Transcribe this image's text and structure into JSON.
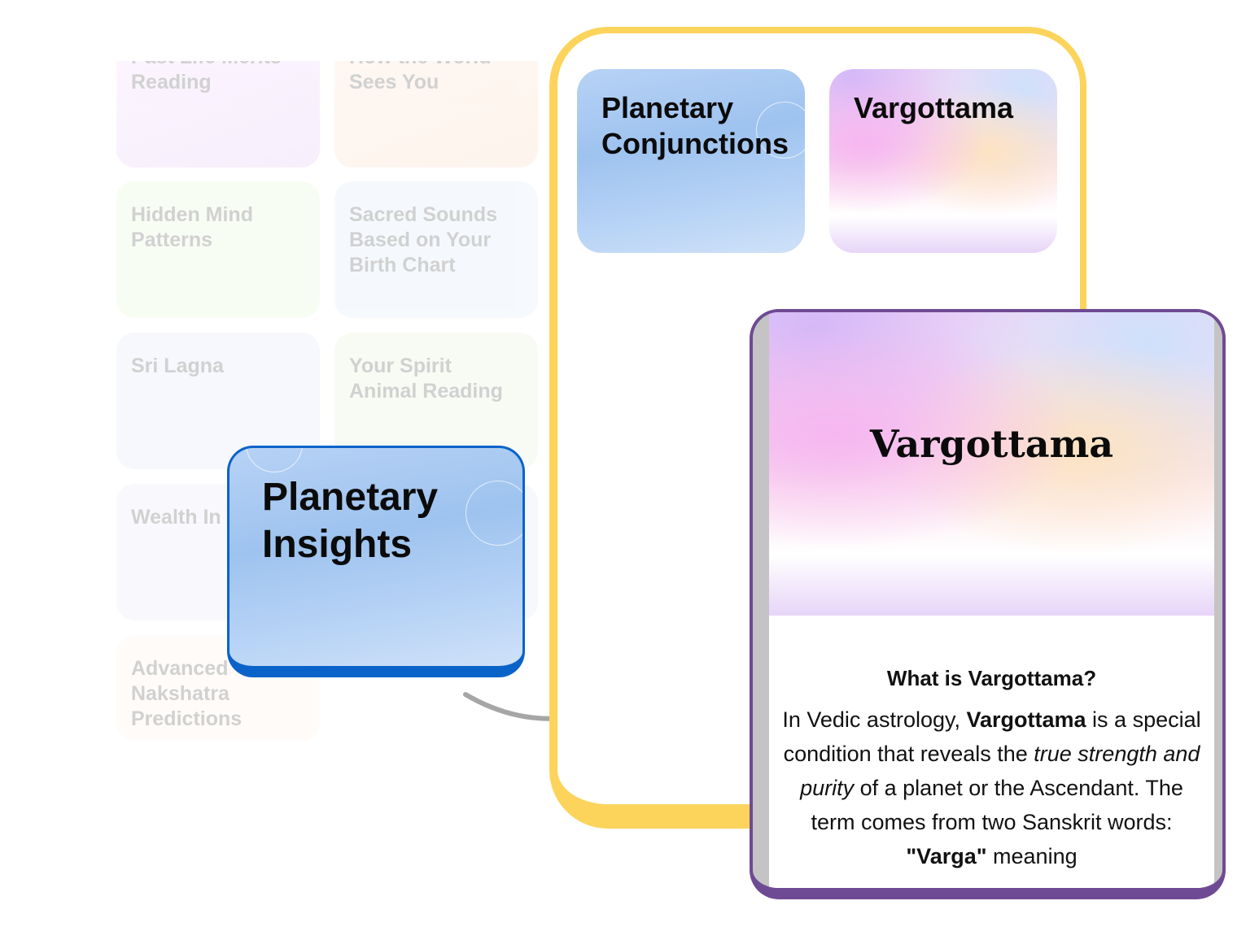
{
  "background_cards": [
    {
      "title": "Past Life Merits Reading"
    },
    {
      "title": "How the World Sees You"
    },
    {
      "title": "Hidden Mind Patterns"
    },
    {
      "title": "Sacred Sounds Based on Your Birth Chart"
    },
    {
      "title": "Sri Lagna"
    },
    {
      "title": "Your Spirit Animal Reading"
    },
    {
      "title": "Wealth In"
    },
    {
      "title": ""
    },
    {
      "title": "Advanced Nakshatra Predictions"
    }
  ],
  "selected_card": {
    "title": "Planetary Insights"
  },
  "sub_cards": [
    {
      "title": "Planetary Conjunctions"
    },
    {
      "title": "Vargottama"
    }
  ],
  "detail": {
    "hero_title": "Vargottama",
    "heading": "What is Vargottama?",
    "p1": "In Vedic astrology, ",
    "b1": "Vargottama",
    "p2": " is a special condition that reveals the ",
    "i1": "true strength and purity",
    "p3": " of a planet or the Ascendant. The term comes from two Sanskrit words: ",
    "b2": "\"Varga\"",
    "p4": " meaning"
  },
  "colors": {
    "frame": "#fcd45c",
    "selected": "#0a63c9",
    "modal": "#6f4a94"
  }
}
